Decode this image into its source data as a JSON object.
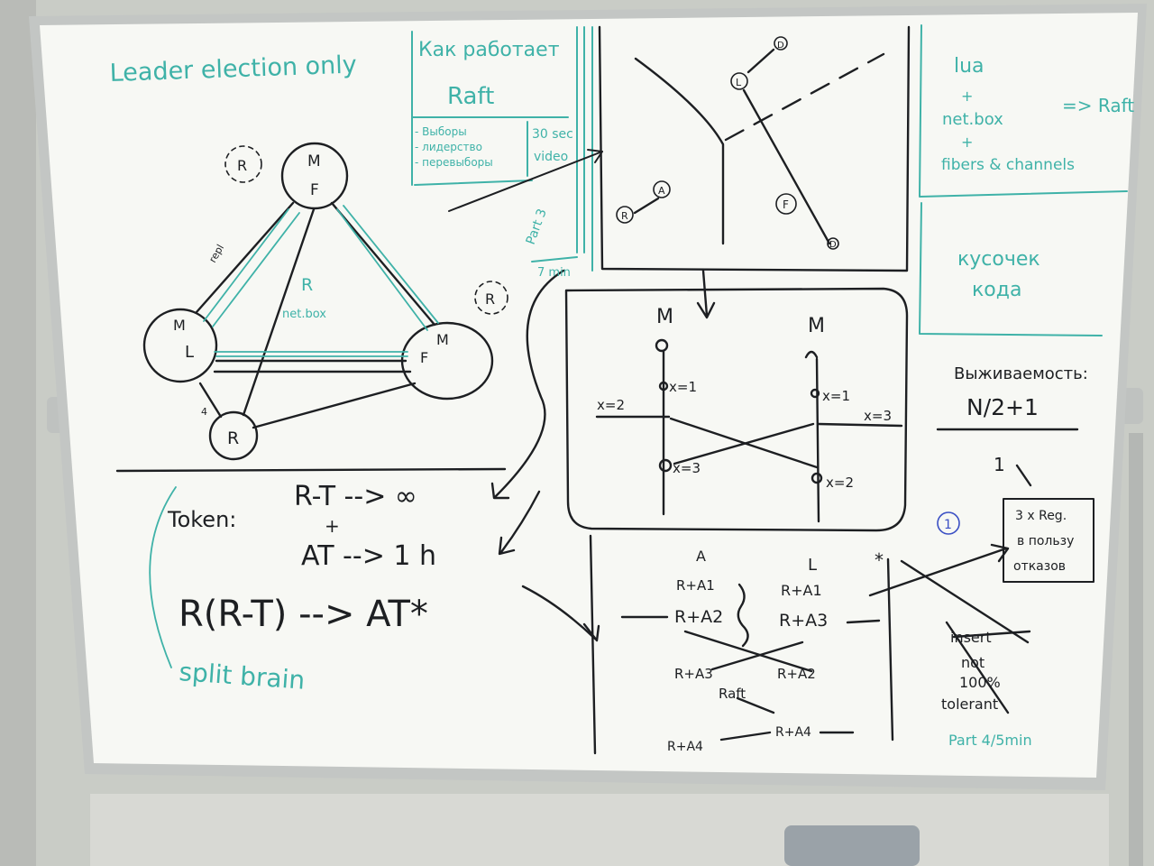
{
  "colors": {
    "wall": "#c9ccc6",
    "board": "#f7f8f4",
    "frame": "#c3c6c4",
    "marker_black": "#1d1f22",
    "marker_teal": "#3fb2a8",
    "marker_blue": "#3a4fc4"
  },
  "top_left": {
    "heading": "Leader election only",
    "nodes": {
      "top_m": "M",
      "top_f": "F",
      "left_m": "M",
      "left_l": "L",
      "right_m": "M",
      "right_f": "F",
      "bottom_r": "R"
    },
    "ghost_nodes": [
      "R",
      "R"
    ],
    "edge_repl": "repl",
    "center_r": "R",
    "center_netbox": "net.box",
    "edge_4": "4"
  },
  "raft_box": {
    "title": "Как работает",
    "subtitle": "Raft",
    "items": [
      "- Выборы",
      "- лидерство",
      "- перевыборы"
    ],
    "side_note": [
      "30 sec",
      "video"
    ],
    "part": [
      "Part 3",
      "7 min"
    ]
  },
  "top_middle": {
    "labels": [
      "D",
      "L",
      "A",
      "R",
      "F",
      "D"
    ]
  },
  "right_top": {
    "lines": [
      "lua",
      "+",
      "net.box",
      "+",
      "fibers & channels"
    ],
    "arrow_target": "=> Raft"
  },
  "right_code": [
    "кусочек",
    "кода"
  ],
  "sequence_box": {
    "left_head": "M",
    "right_head": "M",
    "labels": [
      "x=2",
      "x=1",
      "x=1",
      "x=3",
      "x=3",
      "x=2"
    ]
  },
  "quorum": {
    "title": "Выживаемость:",
    "formula": "N/2+1",
    "one": "1",
    "circled": "1"
  },
  "regs_box": [
    "3 x Reg.",
    "в пользу",
    "отказов"
  ],
  "token": {
    "label": "Token:",
    "rt": "R-T -->  ∞",
    "plus": "+",
    "at": "AT  --> 1 h",
    "formula": "R(R-T) --> AT*",
    "split": "split brain"
  },
  "bottom_table": {
    "col_a": "A",
    "col_l": "L",
    "col_star": "*",
    "rows_left": [
      "R+A1",
      "R+A2"
    ],
    "rows_right": [
      "R+A1",
      "R+A3"
    ],
    "cross_left": "R+A3",
    "cross_right": "R+A2",
    "raft": "Raft",
    "final_right": "R+A4",
    "final_left": "R+A4"
  },
  "insert_note": [
    "insert",
    "not",
    "100%",
    "tolerant"
  ],
  "part45": "Part 4/5min"
}
